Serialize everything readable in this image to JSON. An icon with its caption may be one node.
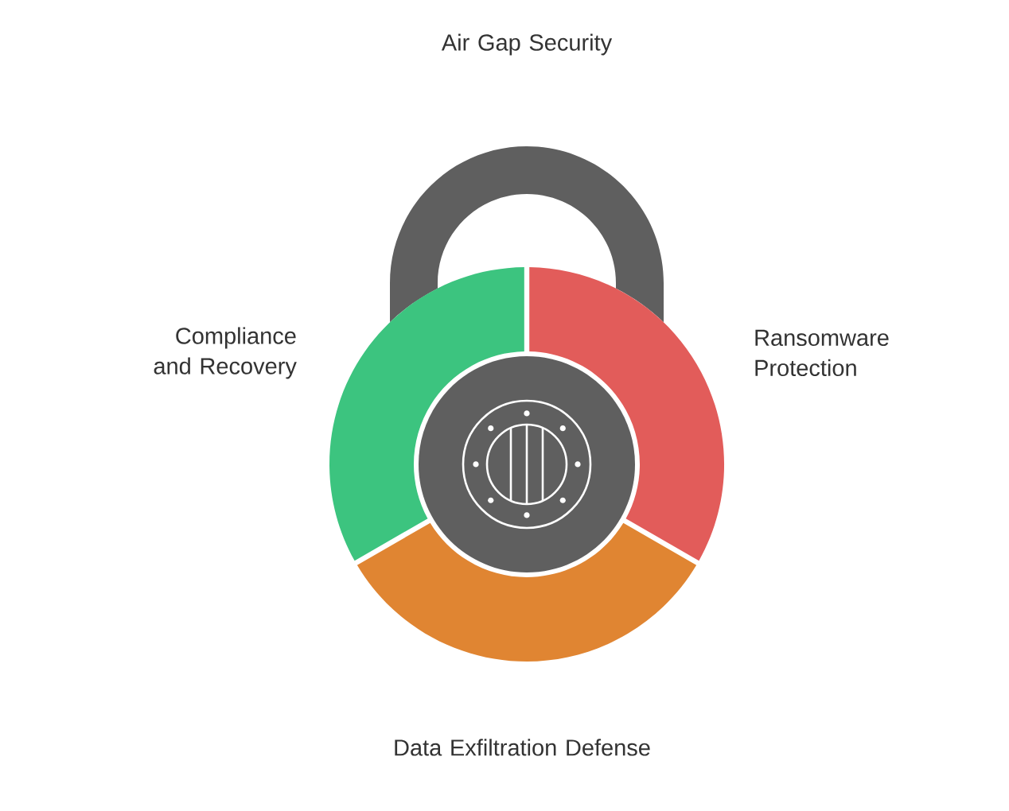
{
  "diagram": {
    "nodes": [
      {
        "text": [
          "Air Gap Security"
        ]
      },
      {
        "text": [
          "Compliance and Recovery"
        ]
      },
      {
        "text": [
          "Ransomware Protection"
        ]
      },
      {
        "text": [
          "Data Exfiltration Defense"
        ]
      }
    ]
  }
}
